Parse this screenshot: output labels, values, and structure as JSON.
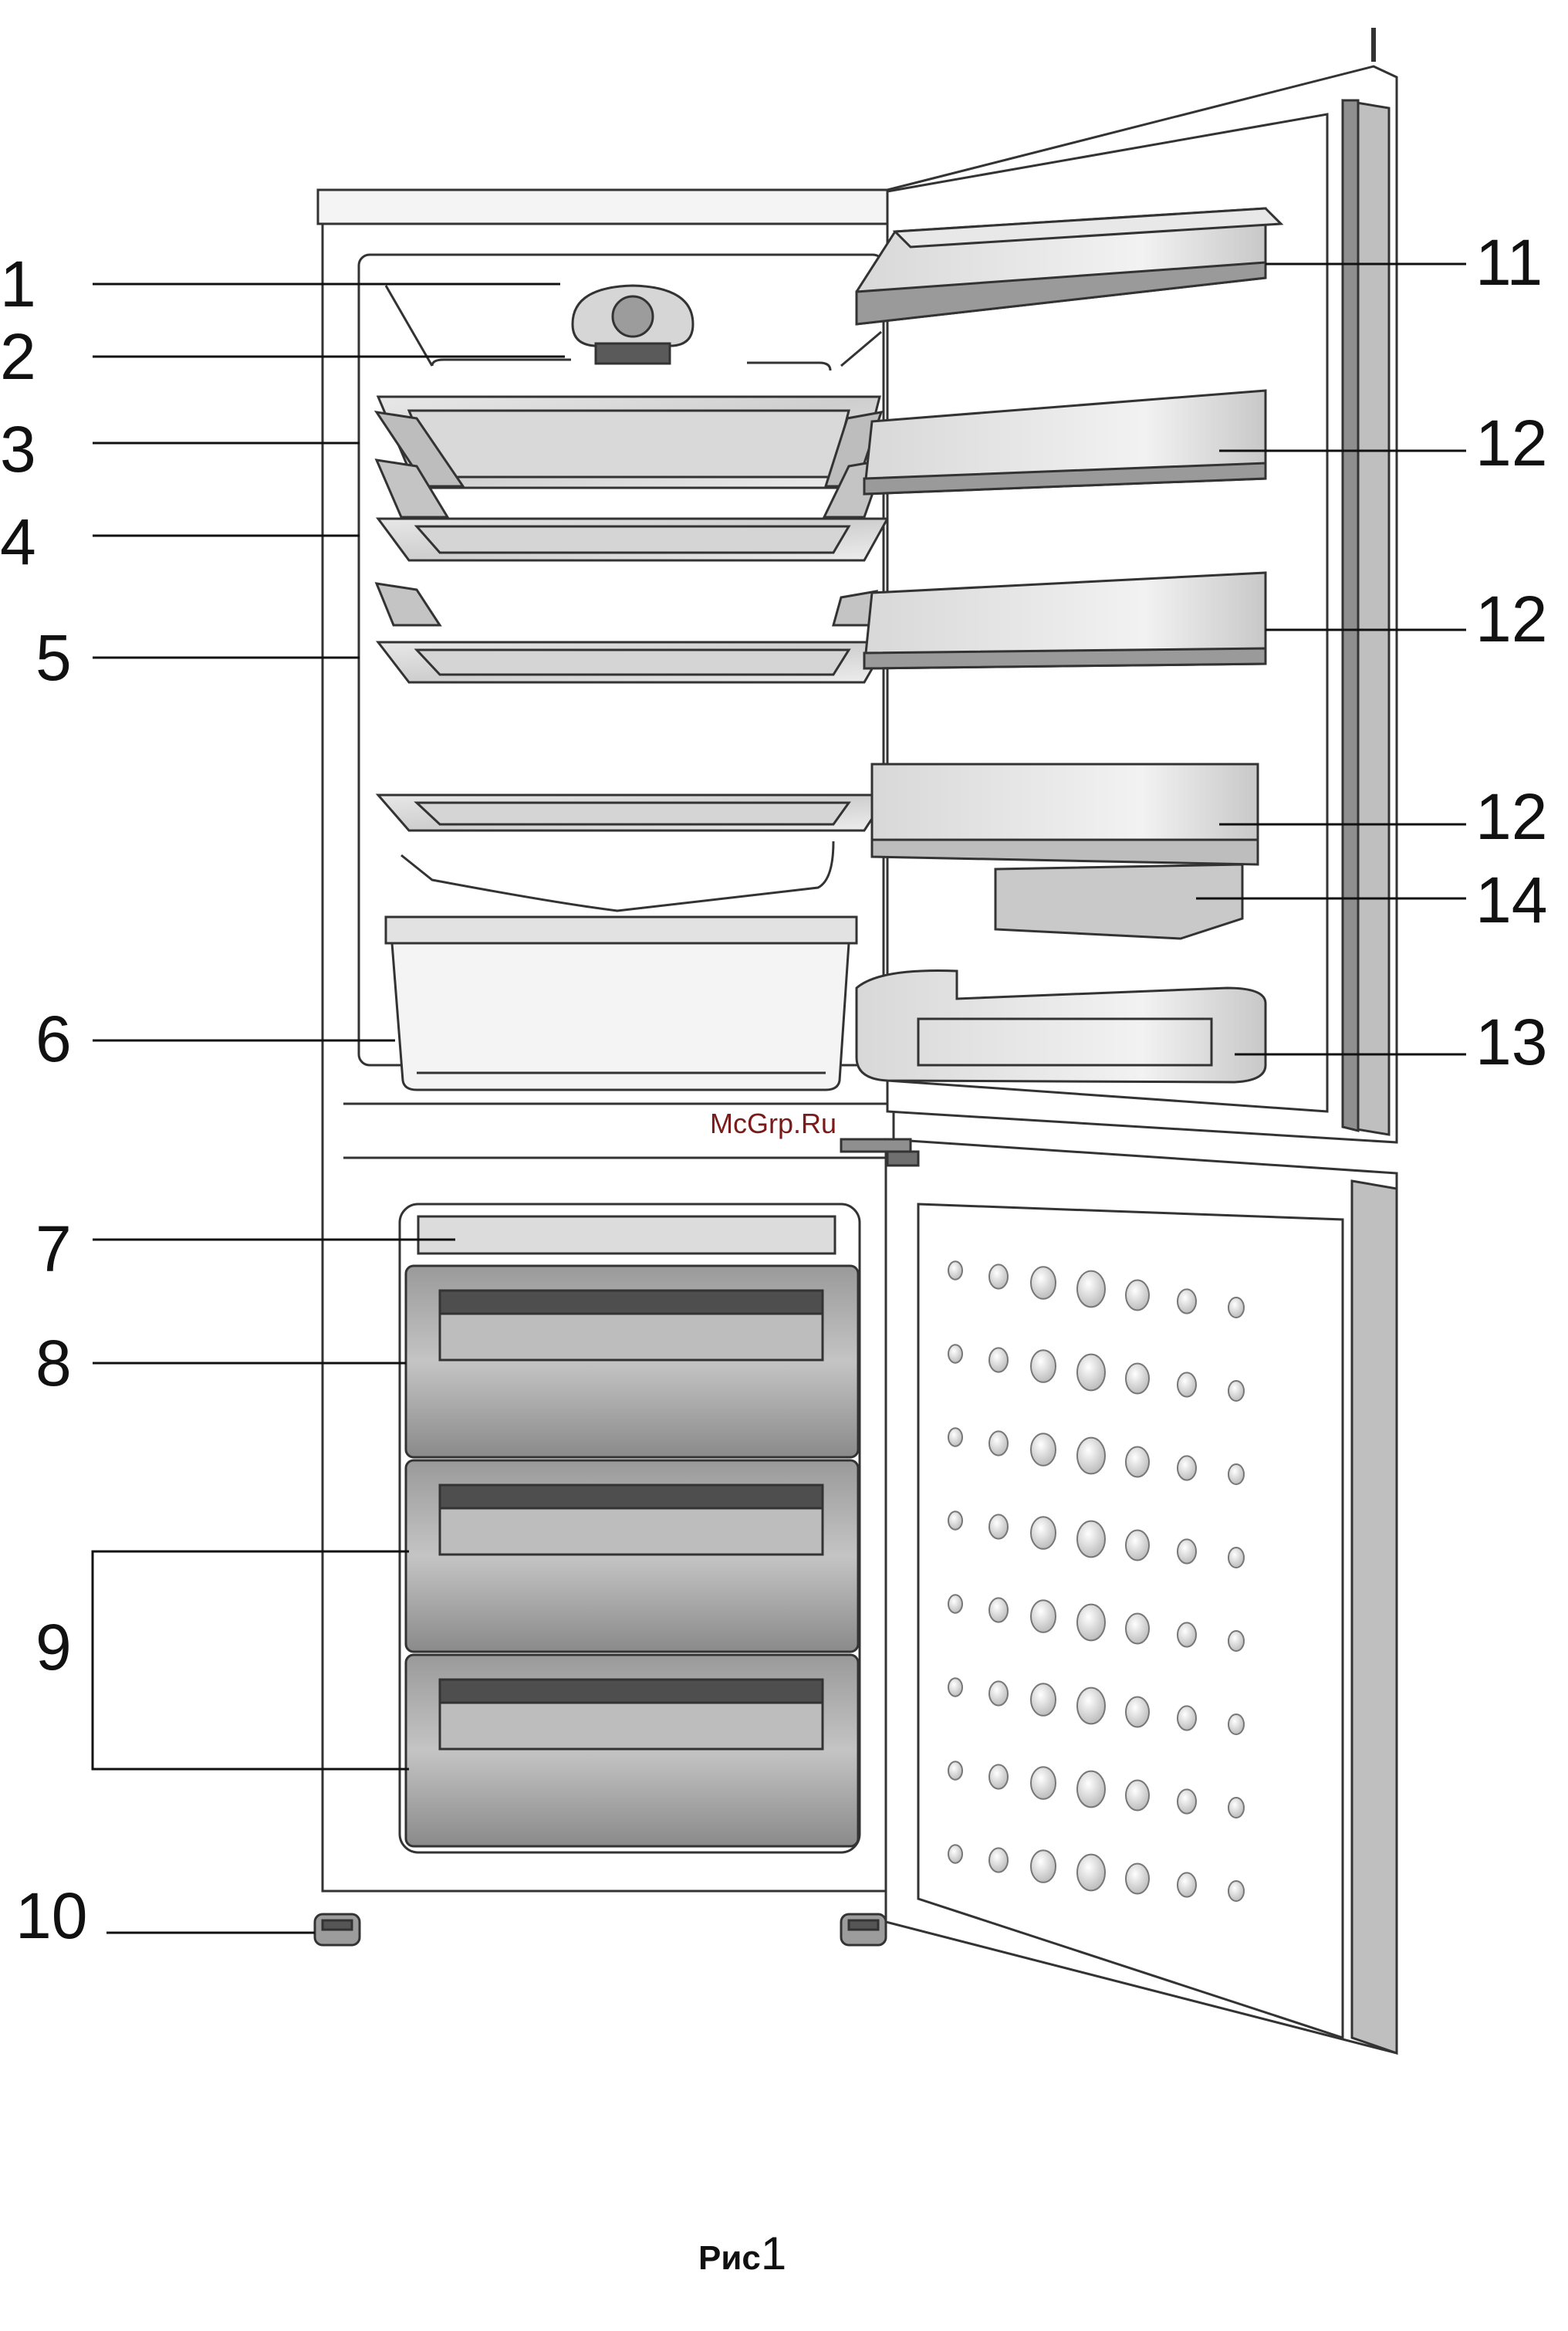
{
  "callouts": [
    "1",
    "2",
    "3",
    "4",
    "5",
    "6",
    "7",
    "8",
    "9",
    "10",
    "11",
    "12",
    "12",
    "12",
    "14",
    "13"
  ],
  "caption": {
    "word": "Рис",
    "number": "1"
  },
  "watermark": "McGrp.Ru"
}
